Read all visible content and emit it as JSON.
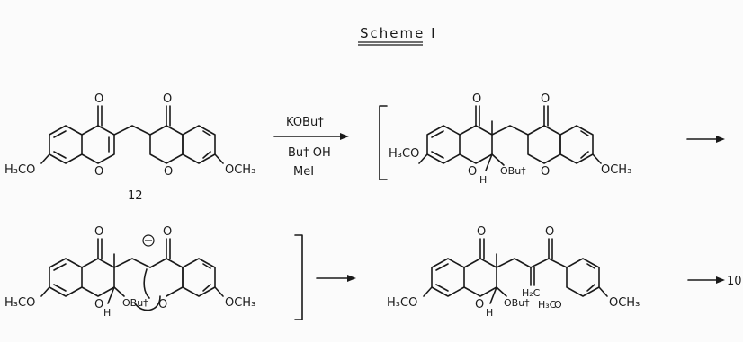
{
  "scheme": {
    "title": "Scheme I"
  },
  "reagents": {
    "line1": "KOBu†",
    "line2": "Bu† OH",
    "line3": "MeI"
  },
  "compound_number": "12",
  "labels": {
    "o_carbonyl": "O",
    "ring_o": "O",
    "h3co": "H₃CO",
    "och3": "OCH₃",
    "obut": "OBu†",
    "h": "H",
    "h2c": "H₂C",
    "h3c": "H₃C",
    "charge_minus": "⊖",
    "product": "10"
  }
}
